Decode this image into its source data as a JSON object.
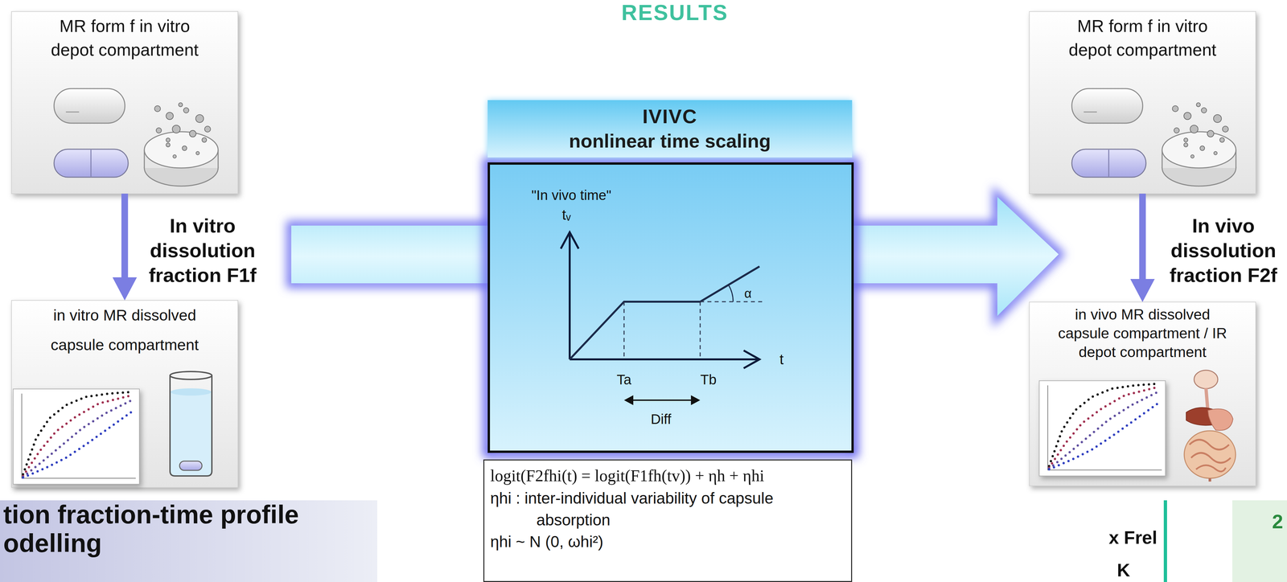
{
  "diagram": {
    "nodes": [
      {
        "text": [
          "MR form f in vitro depot compartment"
        ]
      },
      {
        "text": [
          "in vitro MR dissolved capsule compartment"
        ]
      },
      {
        "text": [
          "IVIVC",
          "nonlinear time scaling"
        ]
      },
      {
        "text": [
          "\"In vivo time\"",
          "tᵥ",
          "α",
          "t",
          "Ta",
          "Tb",
          "Diff"
        ]
      },
      {
        "text": [
          "logit(F2fhi(t) = logit(F1fh(tv)) + ηh + ηhi",
          "ηhi : inter-individual variability of capsule absorption",
          "ηhi ~ N (0, ωhi²)"
        ]
      },
      {
        "text": [
          "MR form f in vitro depot compartment"
        ]
      },
      {
        "text": [
          "in vivo MR dissolved capsule compartment / IR depot compartment"
        ]
      },
      {
        "text": [
          "tion fraction-time profile odelling"
        ]
      },
      {
        "text": [
          "2"
        ]
      }
    ],
    "edges": [
      {
        "from": 0,
        "to": 1,
        "arrow": "to",
        "label": "In vitro dissolution fraction F1f"
      },
      {
        "from": 5,
        "to": 6,
        "arrow": "to",
        "label": "In vivo dissolution fraction F2f"
      }
    ],
    "labels": [
      "RESULTS",
      "x Frel",
      "K"
    ]
  }
}
